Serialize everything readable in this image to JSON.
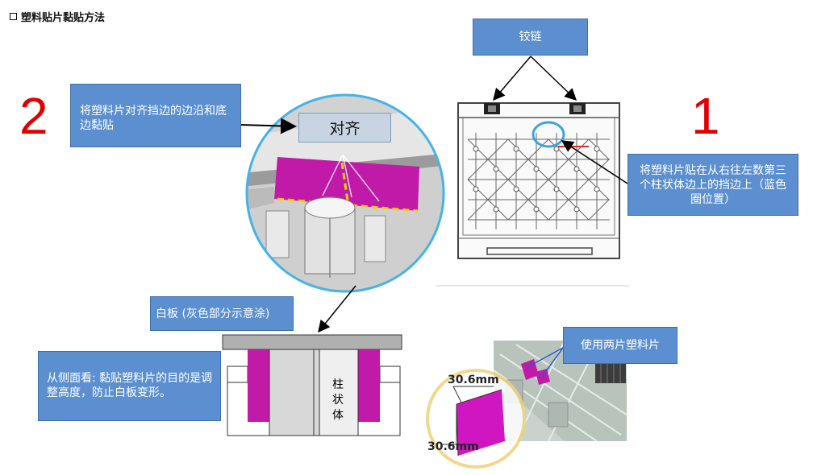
{
  "title": "塑料贴片黏贴方法",
  "steps": {
    "one": "1",
    "two": "2"
  },
  "callouts": {
    "hinge": "铰链",
    "align_instruction": "将塑料片对齐挡边的边沿和底边黏贴",
    "align_label": "对齐",
    "place_instruction": "将塑料片贴在从右往左数第三个柱状体边上的挡边上（蓝色圈位置）",
    "whiteboard": "白板 (灰色部分示意涂)",
    "side_view": "从侧面看: 黏贴塑料片的目的是调整高度，防止白板变形。",
    "column_label": "柱\n状\n体",
    "two_pieces": "使用两片塑料片",
    "dimension_top": "30.6mm",
    "dimension_bottom": "30.6mm"
  },
  "colors": {
    "callout_blue": "#5b8fd0",
    "magenta": "#c21aa8",
    "step_red": "#e00000",
    "circle_blue": "#3aa6e0"
  }
}
